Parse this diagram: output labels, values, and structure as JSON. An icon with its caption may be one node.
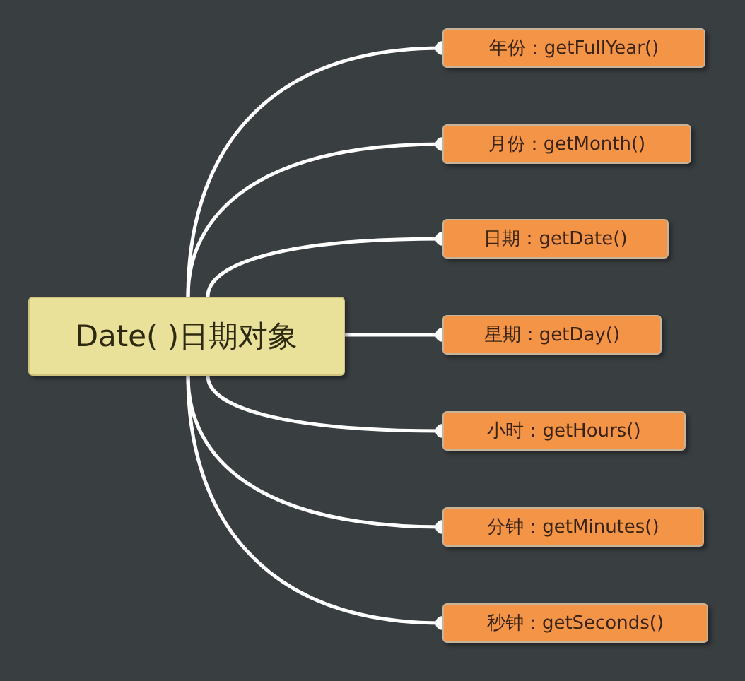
{
  "diagram": {
    "nodes": [
      {
        "text": [
          "Date( )日期对象"
        ]
      },
      {
        "text": [
          "年份：getFullYear()"
        ]
      },
      {
        "text": [
          "月份：getMonth()"
        ]
      },
      {
        "text": [
          "日期：getDate()"
        ]
      },
      {
        "text": [
          "星期：getDay()"
        ]
      },
      {
        "text": [
          "小时：getHours()"
        ]
      },
      {
        "text": [
          "分钟：getMinutes()"
        ]
      },
      {
        "text": [
          "秒钟：getSeconds()"
        ]
      }
    ],
    "edges": [
      {
        "from": 0,
        "to": 1,
        "arrow": "other"
      },
      {
        "from": 0,
        "to": 2,
        "arrow": "other"
      },
      {
        "from": 0,
        "to": 3,
        "arrow": "other"
      },
      {
        "from": 0,
        "to": 4,
        "arrow": "other"
      },
      {
        "from": 0,
        "to": 5,
        "arrow": "other"
      },
      {
        "from": 0,
        "to": 6,
        "arrow": "other"
      },
      {
        "from": 0,
        "to": 7,
        "arrow": "other"
      }
    ]
  }
}
